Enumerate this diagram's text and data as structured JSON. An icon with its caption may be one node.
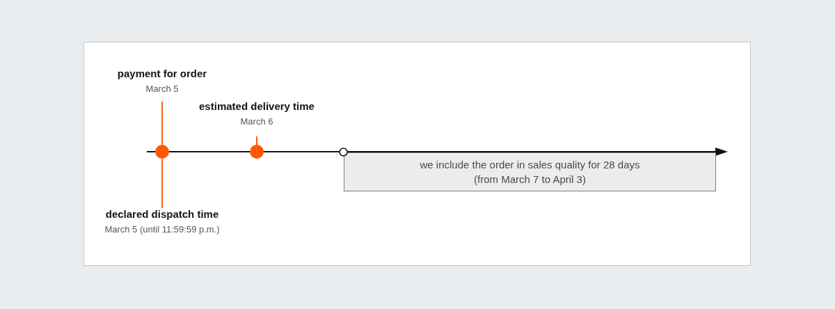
{
  "diagram": {
    "nodes": [
      {
        "text": [
          "payment for order",
          "March 5"
        ]
      },
      {
        "text": [
          "estimated delivery time",
          "March 6"
        ]
      },
      {
        "text": [],
        "shape": "circle"
      },
      {
        "text": [],
        "shape": "circle"
      },
      {
        "text": [
          "we include the order in sales quality for 28 days (from March 7 to April 3)"
        ]
      },
      {
        "text": [
          "declared dispatch time",
          "March 5 (until 11:59:59 p.m.)"
        ]
      }
    ],
    "edges": [
      {
        "from": 0,
        "to": 2,
        "arrow": "none"
      },
      {
        "from": 1,
        "to": 3,
        "arrow": "none"
      },
      {
        "from": 5,
        "to": 2,
        "arrow": "none"
      }
    ]
  }
}
